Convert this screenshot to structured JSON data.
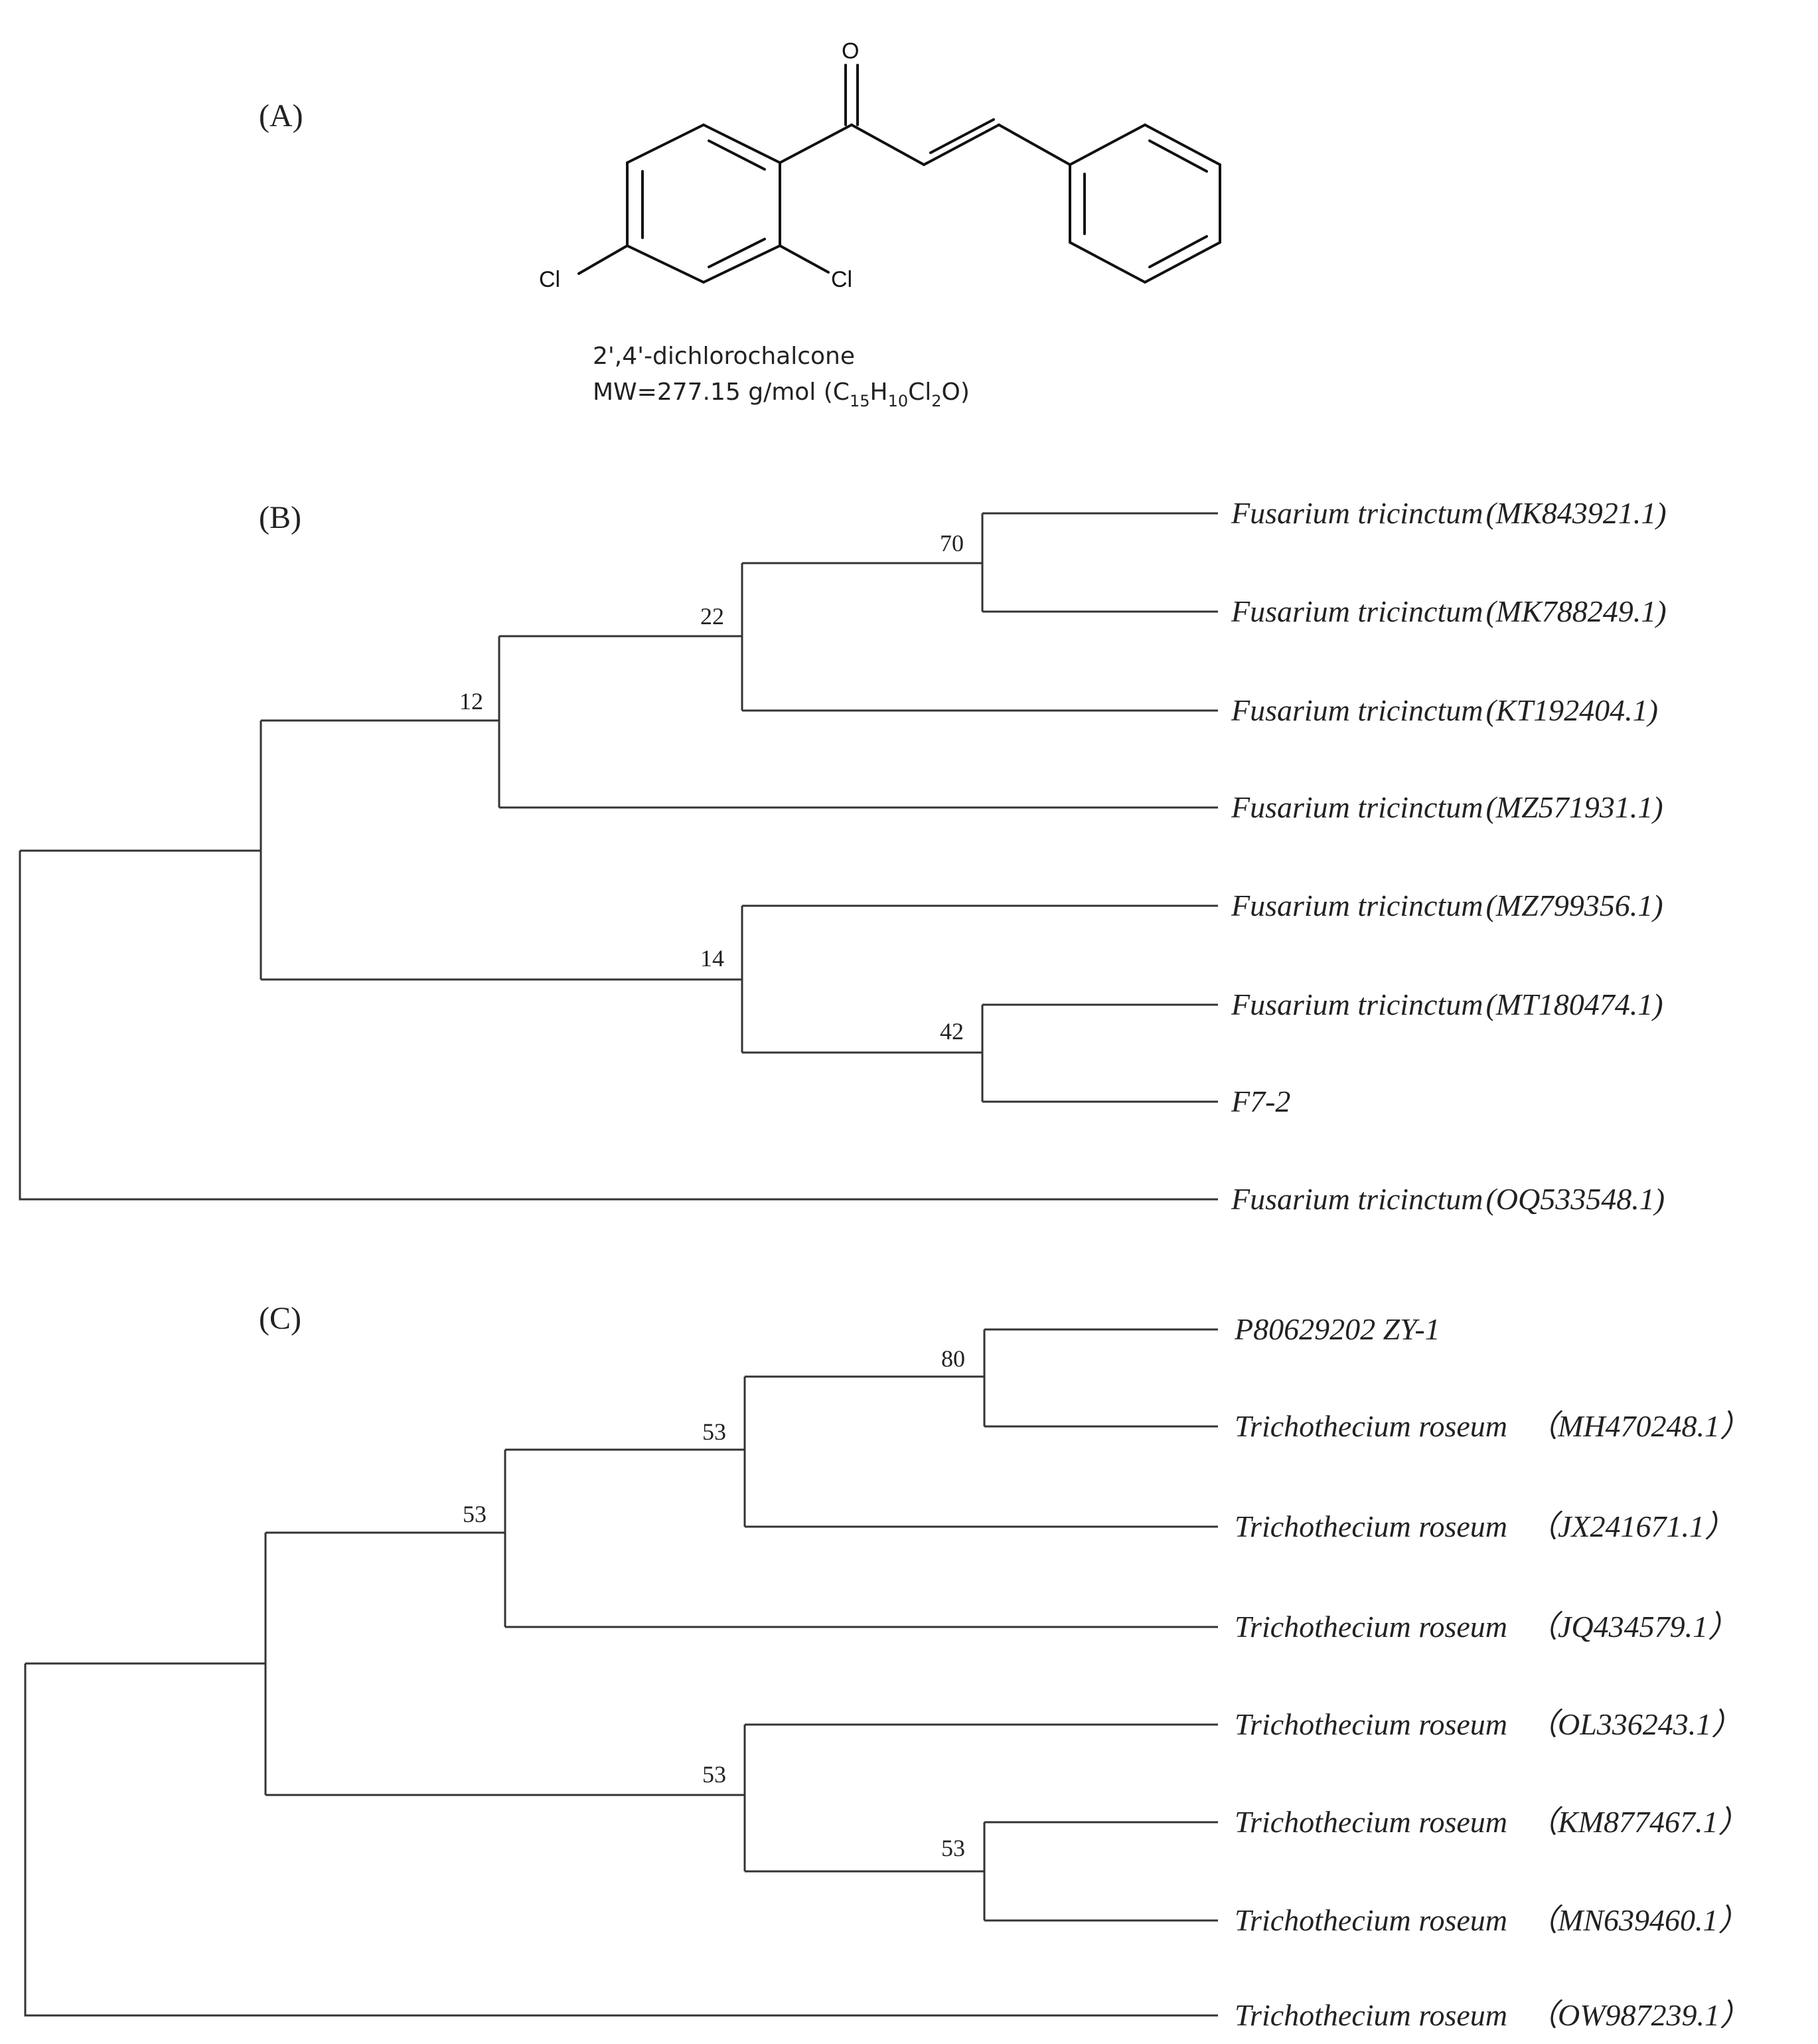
{
  "panel_a": {
    "label": "(A)",
    "atom_O": "O",
    "atom_Cl_left": "Cl",
    "atom_Cl_right": "Cl",
    "compound_name": "2',4'-dichlorochalcone",
    "mw_prefix": "MW=277.15 g/mol (C",
    "f_sub1": "15",
    "f_h": "H",
    "f_sub2": "10",
    "f_cl": "Cl",
    "f_sub3": "2",
    "f_end": "O)"
  },
  "panel_b": {
    "label": "(B)",
    "bootstrap": [
      "70",
      "22",
      "12",
      "14",
      "42"
    ],
    "leaves": [
      {
        "taxon": "Fusarium tricinctum",
        "acc": "(MK843921.1)"
      },
      {
        "taxon": "Fusarium tricinctum",
        "acc": "(MK788249.1)"
      },
      {
        "taxon": "Fusarium tricinctum",
        "acc": "(KT192404.1)"
      },
      {
        "taxon": "Fusarium tricinctum",
        "acc": "(MZ571931.1)"
      },
      {
        "taxon": "Fusarium tricinctum",
        "acc": "(MZ799356.1)"
      },
      {
        "taxon": "Fusarium tricinctum",
        "acc": "(MT180474.1)"
      },
      {
        "taxon": "F7-2",
        "acc": ""
      },
      {
        "taxon": "Fusarium tricinctum",
        "acc": "(OQ533548.1)"
      }
    ]
  },
  "panel_c": {
    "label": "(C)",
    "bootstrap": [
      "80",
      "53",
      "53",
      "53",
      "53"
    ],
    "leaves": [
      {
        "taxon": "P80629202 ZY-1",
        "acc": ""
      },
      {
        "taxon": "Trichothecium roseum",
        "acc": "（MH470248.1）"
      },
      {
        "taxon": "Trichothecium roseum",
        "acc": "（JX241671.1）"
      },
      {
        "taxon": "Trichothecium roseum",
        "acc": "（JQ434579.1）"
      },
      {
        "taxon": "Trichothecium roseum",
        "acc": "（OL336243.1）"
      },
      {
        "taxon": "Trichothecium roseum",
        "acc": "（KM877467.1）"
      },
      {
        "taxon": "Trichothecium roseum",
        "acc": "（MN639460.1）"
      },
      {
        "taxon": "Trichothecium roseum",
        "acc": "（OW987239.1）"
      }
    ]
  }
}
